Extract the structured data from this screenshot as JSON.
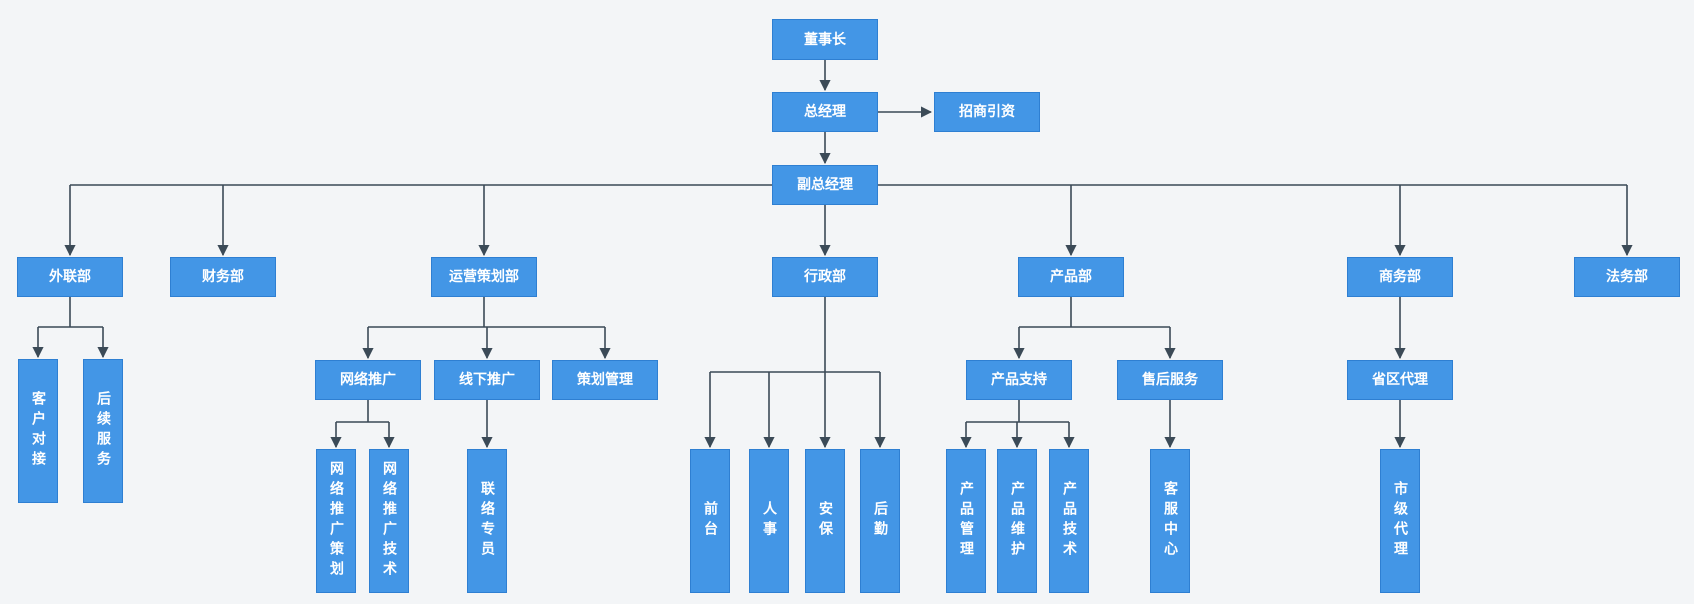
{
  "colors": {
    "node_fill": "#4396e6",
    "node_border": "#2e7fd2",
    "connector": "#3b4a57",
    "background": "#f3f5f7"
  },
  "nodes": {
    "chairman": "董事长",
    "gm": "总经理",
    "investment": "招商引资",
    "deputy_gm": "副总经理",
    "external": "外联部",
    "finance": "财务部",
    "operations": "运营策划部",
    "admin": "行政部",
    "product": "产品部",
    "business": "商务部",
    "legal": "法务部",
    "client_contact": "客户对接",
    "after_service": "后续服务",
    "net_promo": "网络推广",
    "offline_promo": "线下推广",
    "planning_mgmt": "策划管理",
    "net_promo_planning": "网络推广策划",
    "net_promo_tech": "网络推广技术",
    "liaison": "联络专员",
    "front_desk": "前台",
    "hr": "人事",
    "security": "安保",
    "logistics": "后勤",
    "product_support": "产品支持",
    "after_sales": "售后服务",
    "product_mgmt": "产品管理",
    "product_maint": "产品维护",
    "product_tech": "产品技术",
    "customer_center": "客服中心",
    "provincial_agent": "省区代理",
    "city_agent": "市级代理"
  }
}
